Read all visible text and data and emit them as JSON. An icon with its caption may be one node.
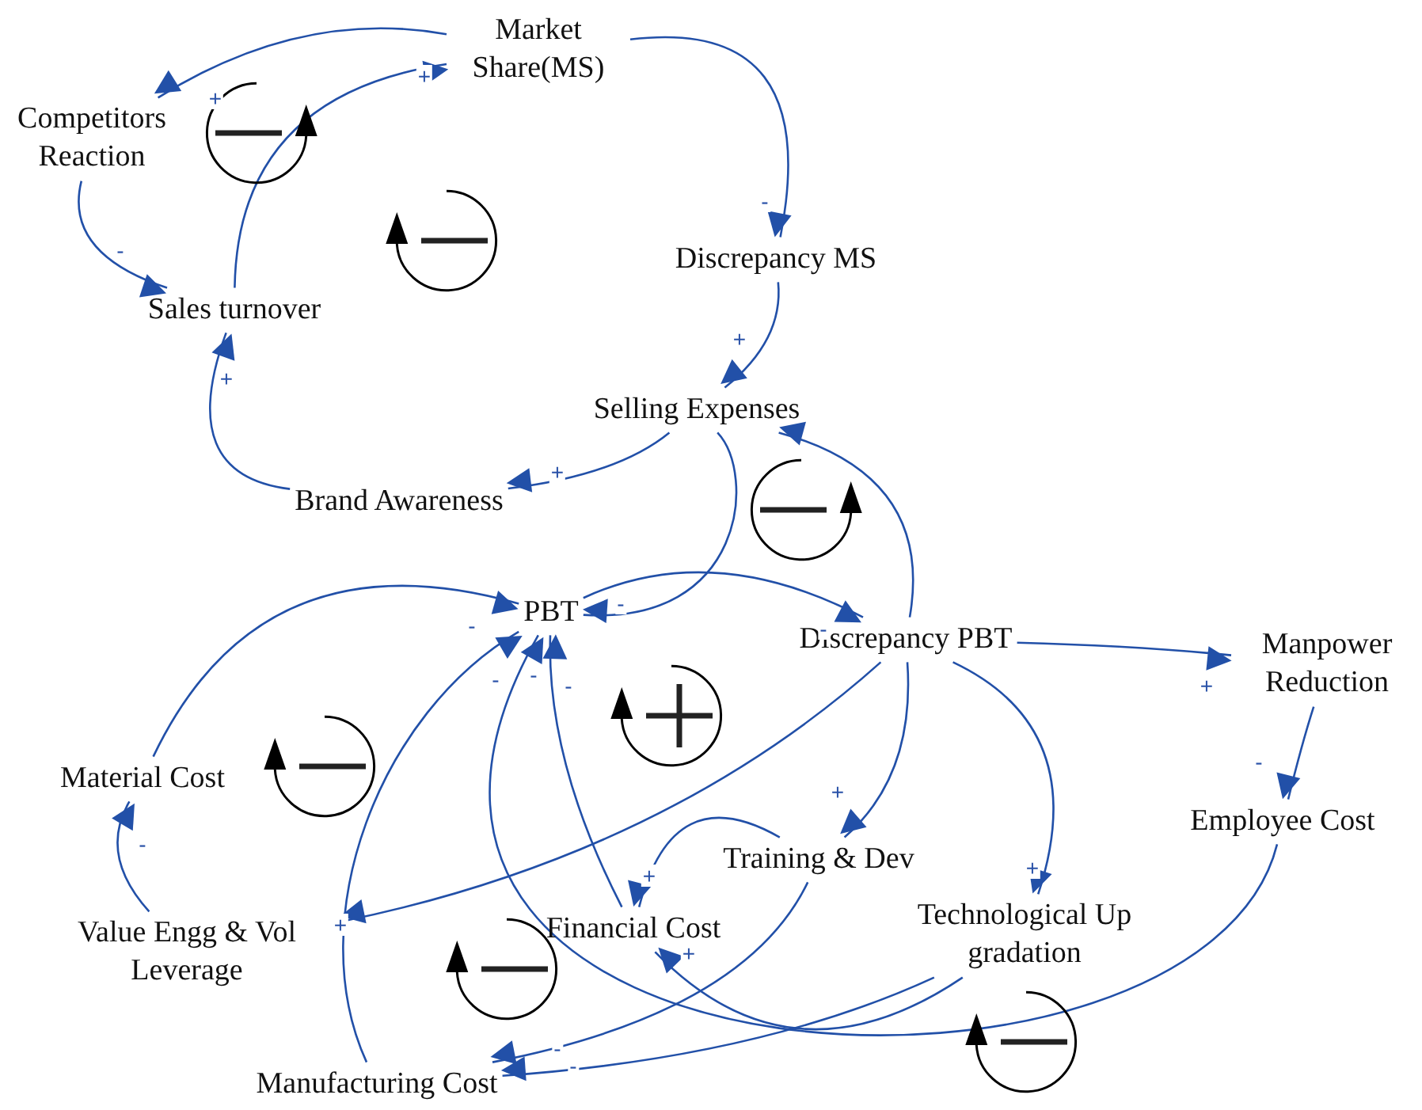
{
  "diagram": {
    "nodes": [
      {
        "text": [
          "Market Share(MS)"
        ]
      },
      {
        "text": [
          "Competitors Reaction"
        ]
      },
      {
        "text": [
          "Sales turnover"
        ]
      },
      {
        "text": [
          "Discrepancy MS"
        ]
      },
      {
        "text": [
          "Selling Expenses"
        ]
      },
      {
        "text": [
          "Brand Awareness"
        ]
      },
      {
        "text": [
          "PBT"
        ]
      },
      {
        "text": [
          "Discrepancy PBT"
        ]
      },
      {
        "text": [
          "Manpower Reduction"
        ]
      },
      {
        "text": [
          "Material Cost"
        ]
      },
      {
        "text": [
          "Training & Dev"
        ]
      },
      {
        "text": [
          "Employee Cost"
        ]
      },
      {
        "text": [
          "Value Engg & Vol Leverage"
        ]
      },
      {
        "text": [
          "Financial Cost"
        ]
      },
      {
        "text": [
          "Technological Up gradation"
        ]
      },
      {
        "text": [
          "Manufacturing Cost"
        ]
      }
    ],
    "edges": [
      {
        "from": 0,
        "to": 1,
        "arrow": "to",
        "label": "+"
      },
      {
        "from": 1,
        "to": 2,
        "arrow": "to",
        "label": "-"
      },
      {
        "from": 2,
        "to": 0,
        "arrow": "to",
        "label": "+"
      },
      {
        "from": 0,
        "to": 3,
        "arrow": "to",
        "label": "-"
      },
      {
        "from": 3,
        "to": 4,
        "arrow": "to",
        "label": "+"
      },
      {
        "from": 4,
        "to": 5,
        "arrow": "to",
        "label": "+"
      },
      {
        "from": 5,
        "to": 2,
        "arrow": "to",
        "label": "+"
      },
      {
        "from": 4,
        "to": 6,
        "arrow": "to",
        "label": "-"
      },
      {
        "from": 6,
        "to": 7,
        "arrow": "to",
        "label": "-"
      },
      {
        "from": 7,
        "to": 4,
        "arrow": "to"
      },
      {
        "from": 7,
        "to": 8,
        "arrow": "to",
        "label": "+"
      },
      {
        "from": 8,
        "to": 11,
        "arrow": "to",
        "label": "-"
      },
      {
        "from": 7,
        "to": 10,
        "arrow": "to",
        "label": "+"
      },
      {
        "from": 7,
        "to": 14,
        "arrow": "to",
        "label": "+"
      },
      {
        "from": 7,
        "to": 12,
        "arrow": "to",
        "label": "+"
      },
      {
        "from": 12,
        "to": 9,
        "arrow": "to",
        "label": "-"
      },
      {
        "from": 9,
        "to": 6,
        "arrow": "to",
        "label": "-"
      },
      {
        "from": 15,
        "to": 6,
        "arrow": "to",
        "label": "-"
      },
      {
        "from": 13,
        "to": 6,
        "arrow": "to",
        "label": "-"
      },
      {
        "from": 11,
        "to": 6,
        "arrow": "to",
        "label": "-"
      },
      {
        "from": 10,
        "to": 13,
        "arrow": "to",
        "label": "+"
      },
      {
        "from": 10,
        "to": 15,
        "arrow": "to",
        "label": "-"
      },
      {
        "from": 14,
        "to": 13,
        "arrow": "to",
        "label": "+"
      },
      {
        "from": 14,
        "to": 15,
        "arrow": "to",
        "label": "-"
      }
    ]
  }
}
